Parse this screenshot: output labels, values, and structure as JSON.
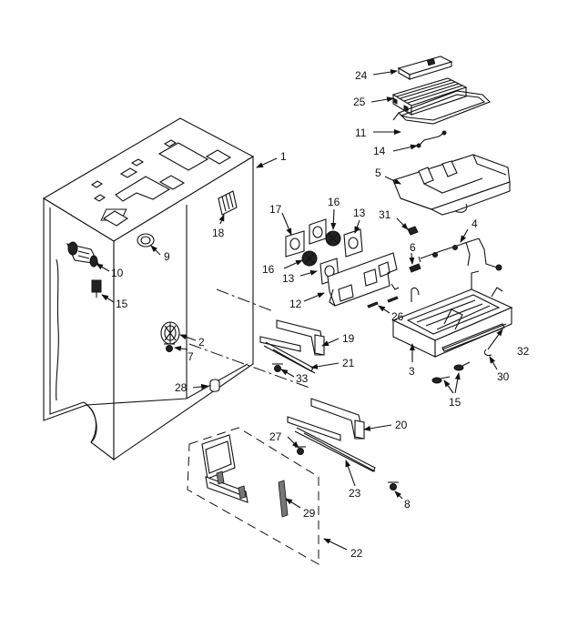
{
  "callouts": {
    "c1": "1",
    "c2": "2",
    "c3": "3",
    "c4": "4",
    "c5": "5",
    "c6": "6",
    "c7": "7",
    "c8": "8",
    "c9": "9",
    "c10": "10",
    "c11": "11",
    "c12": "12",
    "c13a": "13",
    "c13b": "13",
    "c14": "14",
    "c15a": "15",
    "c15b": "15",
    "c16a": "16",
    "c16b": "16",
    "c17": "17",
    "c18": "18",
    "c19": "19",
    "c20": "20",
    "c21": "21",
    "c22": "22",
    "c23": "23",
    "c24": "24",
    "c25": "25",
    "c26": "26",
    "c27": "27",
    "c28": "28",
    "c29": "29",
    "c30": "30",
    "c31": "31",
    "c32": "32",
    "c33": "33"
  }
}
